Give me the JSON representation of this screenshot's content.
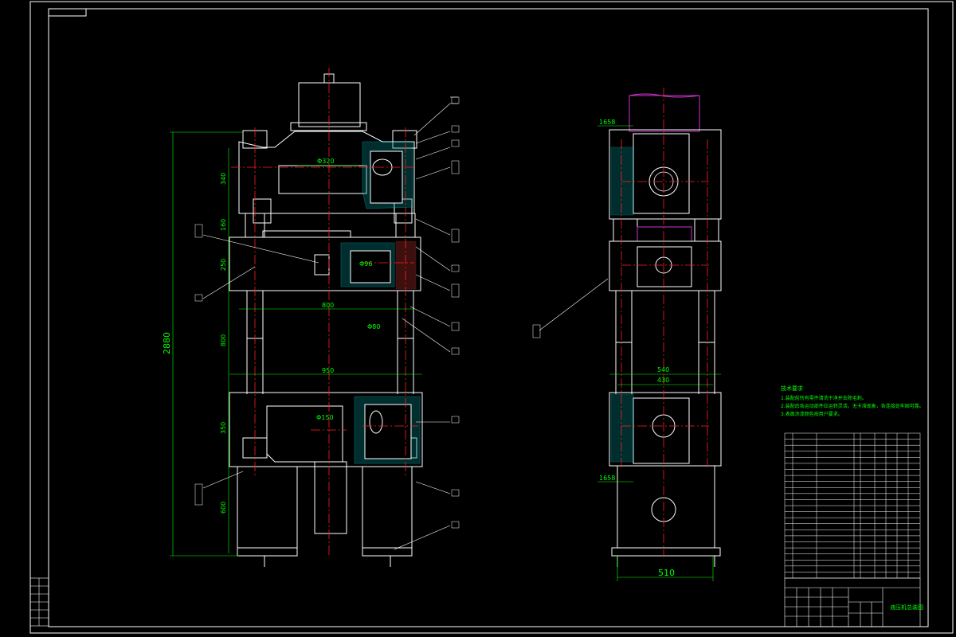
{
  "dimensions_front": {
    "overall_height": "2880",
    "top_section": "340",
    "upper_gap": "160",
    "slider_height": "250",
    "stroke": "800",
    "base_height": "350",
    "leg_height": "600",
    "slider_width": "800",
    "base_width": "950",
    "top_bore": "Φ320",
    "slider_bore": "Φ96",
    "column_dia": "Φ80",
    "base_bore": "Φ150"
  },
  "dimensions_side": {
    "top_dim": "1658",
    "inner_width": "540",
    "inner_width2": "430",
    "lower_dim": "1658",
    "base_width": "510"
  },
  "tech_requirements": {
    "title": "技术要求",
    "items": [
      "1.装配前所有零件清洗干净并去除毛刺。",
      "2.装配后各运动部件应运转灵活，无卡滞现象，各连接处牢固可靠。",
      "3.表面涂漆颜色按用户要求。"
    ]
  },
  "title_block": {
    "drawing_title": "液压机总装图"
  },
  "colors": {
    "background": "#000000",
    "outline": "#ffffff",
    "dimension": "#00ff00",
    "centerline": "#ff2020",
    "hatch": "#00ffff",
    "accent": "#cc33cc"
  }
}
